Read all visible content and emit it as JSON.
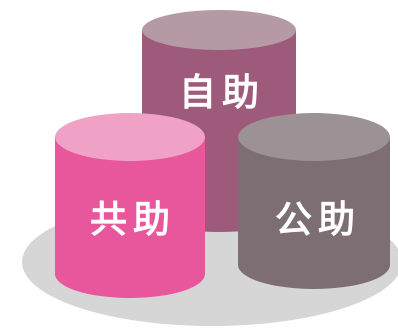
{
  "diagram": {
    "colors": {
      "base_ellipse": "#d6d6d7",
      "jijo_body": "#9e5a7a",
      "jijo_top": "#b59aa6",
      "kyojo_body": "#e8569b",
      "kyojo_top": "#f0a2c6",
      "kojo_body": "#7d6e74",
      "kojo_top": "#9c9295",
      "label": "#ffffff"
    },
    "cylinders": {
      "jijo": {
        "label": "自助"
      },
      "kyojo": {
        "label": "共助"
      },
      "kojo": {
        "label": "公助"
      }
    }
  }
}
